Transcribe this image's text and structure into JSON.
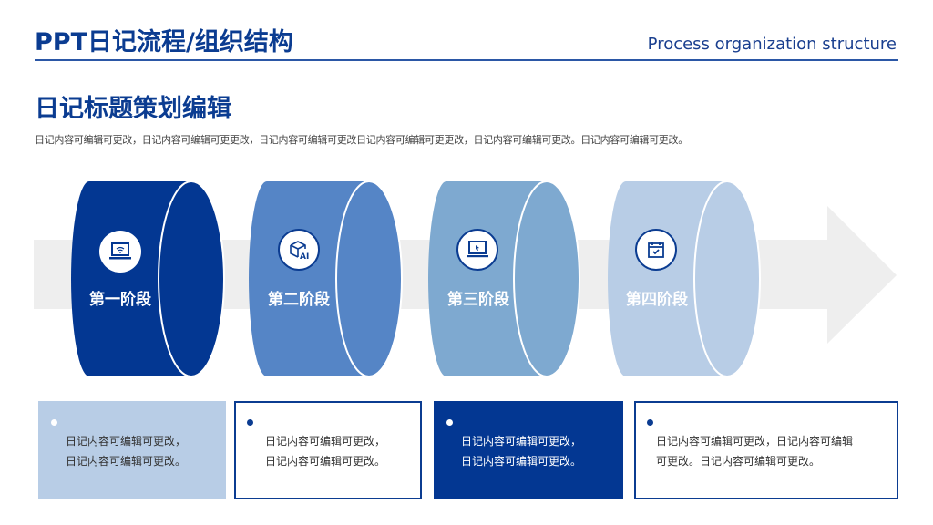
{
  "header": {
    "title": "PPT日记流程/组织结构",
    "subtitle_en": "Process organization structure"
  },
  "section": {
    "title": "日记标题策划编辑",
    "description": "日记内容可编辑可更改，日记内容可编辑可更更改，日记内容可编辑可更改日记内容可编辑可更更改，日记内容可编辑可更改。日记内容可编辑可更改。"
  },
  "colors": {
    "primary": "#0b3c91",
    "stage1": "#033792",
    "stage2": "#5585c6",
    "stage3": "#7ea9d0",
    "stage4": "#b8cde6",
    "arrow": "#eeeeee"
  },
  "stages": [
    {
      "label": "第一阶段",
      "icon": "laptop-wifi-icon"
    },
    {
      "label": "第二阶段",
      "icon": "ai-cube-icon"
    },
    {
      "label": "第三阶段",
      "icon": "laptop-cursor-icon"
    },
    {
      "label": "第四阶段",
      "icon": "calendar-check-icon"
    }
  ],
  "cards": [
    {
      "line1": "日记内容可编辑可更改，",
      "line2": "日记内容可编辑可更改。"
    },
    {
      "line1": "日记内容可编辑可更改，",
      "line2": "日记内容可编辑可更改。"
    },
    {
      "line1": "日记内容可编辑可更改，",
      "line2": "日记内容可编辑可更改。"
    },
    {
      "line1": "日记内容可编辑可更改，日记内容可编辑",
      "line2": "可更改。日记内容可编辑可更改。"
    }
  ]
}
